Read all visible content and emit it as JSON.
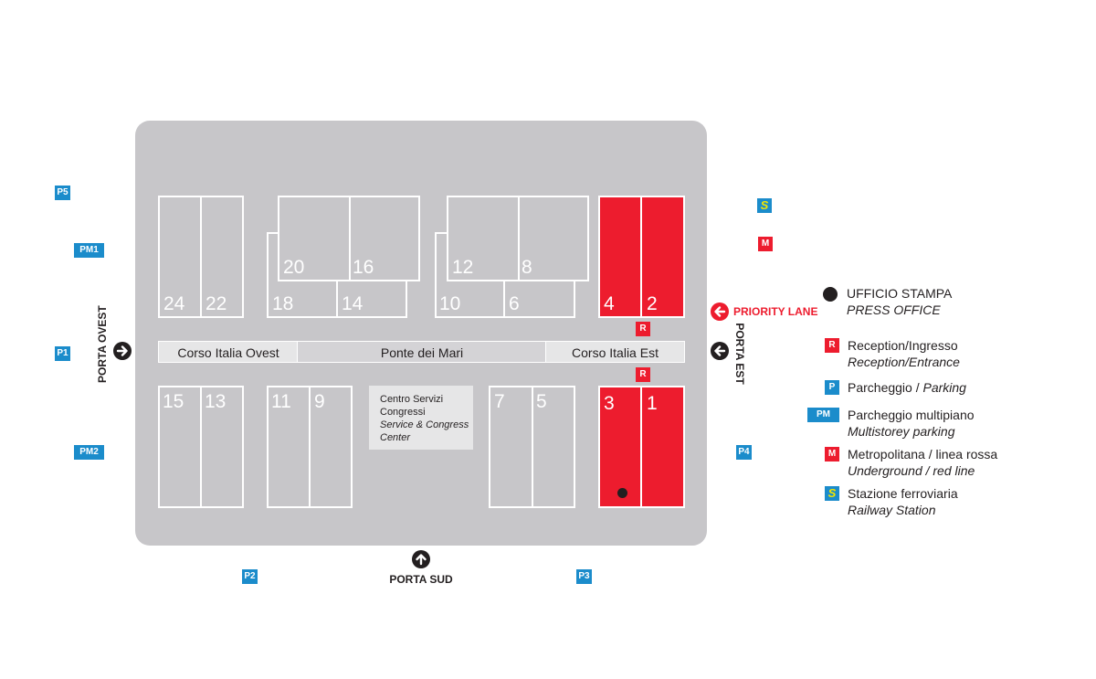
{
  "halls": {
    "h24": "24",
    "h22": "22",
    "h20": "20",
    "h16": "16",
    "h18": "18",
    "h14": "14",
    "h12": "12",
    "h8": "8",
    "h10": "10",
    "h6": "6",
    "h4": "4",
    "h2": "2",
    "h15": "15",
    "h13": "13",
    "h11": "11",
    "h9": "9",
    "h7": "7",
    "h5": "5",
    "h3": "3",
    "h1": "1"
  },
  "roads": {
    "west": "Corso Italia Ovest",
    "middle": "Ponte dei Mari",
    "east": "Corso Italia Est"
  },
  "congress": {
    "line1": "Centro Servizi",
    "line2": "Congressi",
    "line3": "Service & Congress",
    "line4": "Center"
  },
  "gates": {
    "west": "PORTA OVEST",
    "east": "PORTA EST",
    "south": "PORTA SUD",
    "priority": "PRIORITY LANE"
  },
  "parking": {
    "p5": "P5",
    "pm1": "PM1",
    "p1": "P1",
    "pm2": "PM2",
    "p2": "P2",
    "p3": "P3",
    "p4": "P4"
  },
  "markers": {
    "reception": "R",
    "metro": "M",
    "station": "S"
  },
  "legend": {
    "press_it": "UFFICIO STAMPA",
    "press_en": "PRESS OFFICE",
    "reception_badge": "R",
    "reception_it": "Reception/Ingresso",
    "reception_en": "Reception/Entrance",
    "parking_badge": "P",
    "parking_it": "Parcheggio / ",
    "parking_en": "Parking",
    "multi_badge": "PM",
    "multi_it": "Parcheggio multipiano",
    "multi_en": "Multistorey parking",
    "metro_badge": "M",
    "metro_it": "Metropolitana / linea rossa",
    "metro_en": "Underground / red line",
    "station_badge": "S",
    "station_it": "Stazione ferroviaria",
    "station_en": "Railway Station"
  },
  "colors": {
    "ground": "#c7c6c9",
    "red": "#ed1c2e",
    "parking_blue": "#1b8ccb",
    "station_yellow": "#f2e500"
  },
  "icons": {
    "entrance": "arrow-in-circle-icon",
    "press": "black-dot-icon"
  }
}
